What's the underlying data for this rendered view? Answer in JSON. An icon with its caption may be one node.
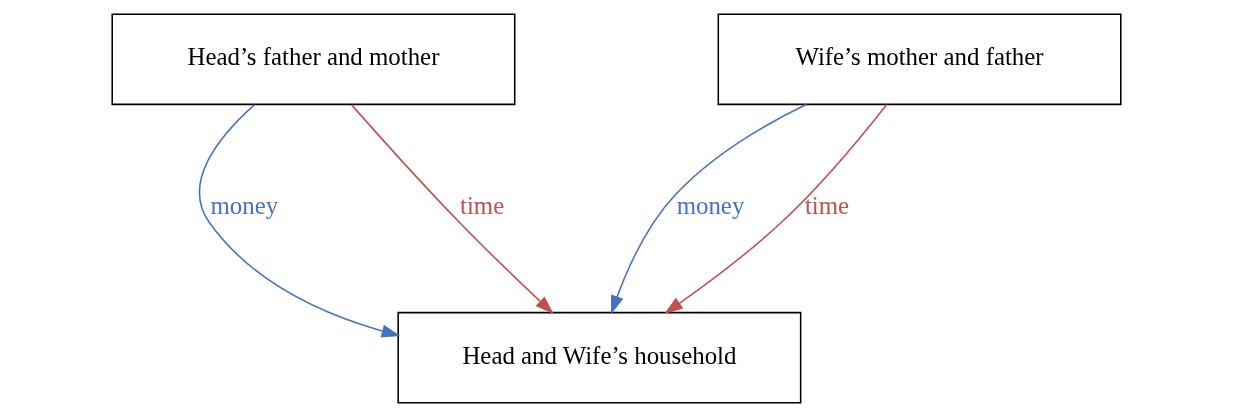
{
  "diagram": {
    "nodes": [
      {
        "text": [
          "Head’s father and mother"
        ]
      },
      {
        "text": [
          "Wife’s mother and father"
        ]
      },
      {
        "text": [
          "Head and Wife’s household"
        ]
      }
    ],
    "edges": [
      {
        "from": 0,
        "to": 2,
        "arrow": "to",
        "label": "money",
        "color": "#4472c4"
      },
      {
        "from": 0,
        "to": 2,
        "arrow": "to",
        "label": "time",
        "color": "#c0504d"
      },
      {
        "from": 1,
        "to": 2,
        "arrow": "to",
        "label": "money",
        "color": "#4472c4"
      },
      {
        "from": 1,
        "to": 2,
        "arrow": "to",
        "label": "time",
        "color": "#c0504d"
      }
    ]
  }
}
